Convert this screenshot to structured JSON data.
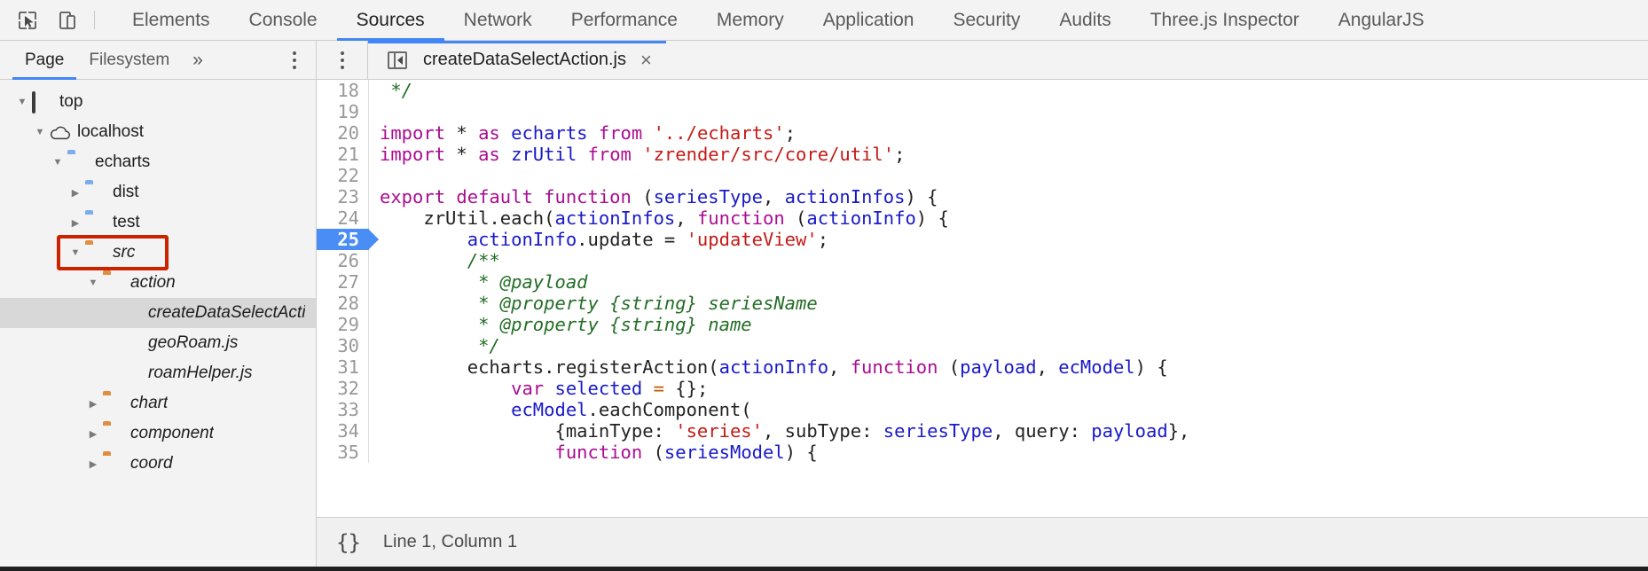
{
  "toolbar": {
    "inspect_icon": "inspect-cursor-icon",
    "device_icon": "device-toolbar-icon",
    "tabs": [
      {
        "label": "Elements",
        "active": false
      },
      {
        "label": "Console",
        "active": false
      },
      {
        "label": "Sources",
        "active": true
      },
      {
        "label": "Network",
        "active": false
      },
      {
        "label": "Performance",
        "active": false
      },
      {
        "label": "Memory",
        "active": false
      },
      {
        "label": "Application",
        "active": false
      },
      {
        "label": "Security",
        "active": false
      },
      {
        "label": "Audits",
        "active": false
      },
      {
        "label": "Three.js Inspector",
        "active": false
      },
      {
        "label": "AngularJS",
        "active": false
      }
    ]
  },
  "navigator": {
    "subtabs": [
      {
        "label": "Page",
        "active": true
      },
      {
        "label": "Filesystem",
        "active": false
      }
    ],
    "more_label": "»",
    "tree": [
      {
        "label": "top",
        "indent": 0,
        "twisty": "down",
        "icon": "frame",
        "italic": false,
        "selected": false
      },
      {
        "label": "localhost",
        "indent": 1,
        "twisty": "down",
        "icon": "cloud",
        "italic": false,
        "selected": false
      },
      {
        "label": "echarts",
        "indent": 2,
        "twisty": "down",
        "icon": "folder-blue",
        "italic": false,
        "selected": false
      },
      {
        "label": "dist",
        "indent": 3,
        "twisty": "right",
        "icon": "folder-blue",
        "italic": false,
        "selected": false
      },
      {
        "label": "test",
        "indent": 3,
        "twisty": "right",
        "icon": "folder-blue",
        "italic": false,
        "selected": false
      },
      {
        "label": "src",
        "indent": 3,
        "twisty": "down",
        "icon": "folder-orange",
        "italic": true,
        "selected": false
      },
      {
        "label": "action",
        "indent": 4,
        "twisty": "down",
        "icon": "folder-orange",
        "italic": true,
        "selected": false
      },
      {
        "label": "createDataSelectActi",
        "indent": 5,
        "twisty": "none",
        "icon": "file",
        "italic": true,
        "selected": true
      },
      {
        "label": "geoRoam.js",
        "indent": 5,
        "twisty": "none",
        "icon": "file",
        "italic": true,
        "selected": false
      },
      {
        "label": "roamHelper.js",
        "indent": 5,
        "twisty": "none",
        "icon": "file",
        "italic": true,
        "selected": false
      },
      {
        "label": "chart",
        "indent": 4,
        "twisty": "right",
        "icon": "folder-orange",
        "italic": true,
        "selected": false
      },
      {
        "label": "component",
        "indent": 4,
        "twisty": "right",
        "icon": "folder-orange",
        "italic": true,
        "selected": false
      },
      {
        "label": "coord",
        "indent": 4,
        "twisty": "right",
        "icon": "folder-orange",
        "italic": true,
        "selected": false
      }
    ],
    "annotation": {
      "target": "src",
      "color": "#cc2200"
    }
  },
  "editor": {
    "collapse_icon": "collapse-sidebar-icon",
    "file_tab": {
      "label": "createDataSelectAction.js",
      "close_label": "×",
      "active": true
    },
    "execution_line": 25,
    "lines": [
      {
        "num": 18,
        "tokens": [
          {
            "t": "cmt",
            "s": " */"
          }
        ]
      },
      {
        "num": 19,
        "tokens": [
          {
            "t": "pln",
            "s": ""
          }
        ]
      },
      {
        "num": 20,
        "tokens": [
          {
            "t": "kw",
            "s": "import"
          },
          {
            "t": "pln",
            "s": " * "
          },
          {
            "t": "kw",
            "s": "as"
          },
          {
            "t": "pln",
            "s": " "
          },
          {
            "t": "id",
            "s": "echarts"
          },
          {
            "t": "pln",
            "s": " "
          },
          {
            "t": "kw",
            "s": "from"
          },
          {
            "t": "pln",
            "s": " "
          },
          {
            "t": "str",
            "s": "'../echarts'"
          },
          {
            "t": "pln",
            "s": ";"
          }
        ]
      },
      {
        "num": 21,
        "tokens": [
          {
            "t": "kw",
            "s": "import"
          },
          {
            "t": "pln",
            "s": " * "
          },
          {
            "t": "kw",
            "s": "as"
          },
          {
            "t": "pln",
            "s": " "
          },
          {
            "t": "id",
            "s": "zrUtil"
          },
          {
            "t": "pln",
            "s": " "
          },
          {
            "t": "kw",
            "s": "from"
          },
          {
            "t": "pln",
            "s": " "
          },
          {
            "t": "str",
            "s": "'zrender/src/core/util'"
          },
          {
            "t": "pln",
            "s": ";"
          }
        ]
      },
      {
        "num": 22,
        "tokens": [
          {
            "t": "pln",
            "s": ""
          }
        ]
      },
      {
        "num": 23,
        "tokens": [
          {
            "t": "kw",
            "s": "export default function"
          },
          {
            "t": "pln",
            "s": " ("
          },
          {
            "t": "id",
            "s": "seriesType"
          },
          {
            "t": "pln",
            "s": ", "
          },
          {
            "t": "id",
            "s": "actionInfos"
          },
          {
            "t": "pln",
            "s": ") {"
          }
        ]
      },
      {
        "num": 24,
        "tokens": [
          {
            "t": "pln",
            "s": "    zrUtil.each("
          },
          {
            "t": "id",
            "s": "actionInfos"
          },
          {
            "t": "pln",
            "s": ", "
          },
          {
            "t": "kw",
            "s": "function"
          },
          {
            "t": "pln",
            "s": " ("
          },
          {
            "t": "id",
            "s": "actionInfo"
          },
          {
            "t": "pln",
            "s": ") {"
          }
        ]
      },
      {
        "num": 25,
        "tokens": [
          {
            "t": "pln",
            "s": "        "
          },
          {
            "t": "id",
            "s": "actionInfo"
          },
          {
            "t": "pln",
            "s": ".update = "
          },
          {
            "t": "str",
            "s": "'updateView'"
          },
          {
            "t": "pln",
            "s": ";"
          }
        ]
      },
      {
        "num": 26,
        "tokens": [
          {
            "t": "pln",
            "s": "        "
          },
          {
            "t": "cmt",
            "s": "/**"
          }
        ]
      },
      {
        "num": 27,
        "tokens": [
          {
            "t": "pln",
            "s": "         "
          },
          {
            "t": "cmt",
            "s": "* @payload"
          }
        ]
      },
      {
        "num": 28,
        "tokens": [
          {
            "t": "pln",
            "s": "         "
          },
          {
            "t": "cmt",
            "s": "* @property {string} seriesName"
          }
        ]
      },
      {
        "num": 29,
        "tokens": [
          {
            "t": "pln",
            "s": "         "
          },
          {
            "t": "cmt",
            "s": "* @property {string} name"
          }
        ]
      },
      {
        "num": 30,
        "tokens": [
          {
            "t": "pln",
            "s": "         "
          },
          {
            "t": "cmt",
            "s": "*/"
          }
        ]
      },
      {
        "num": 31,
        "tokens": [
          {
            "t": "pln",
            "s": "        echarts.registerAction("
          },
          {
            "t": "id",
            "s": "actionInfo"
          },
          {
            "t": "pln",
            "s": ", "
          },
          {
            "t": "kw",
            "s": "function"
          },
          {
            "t": "pln",
            "s": " ("
          },
          {
            "t": "id",
            "s": "payload"
          },
          {
            "t": "pln",
            "s": ", "
          },
          {
            "t": "id",
            "s": "ecModel"
          },
          {
            "t": "pln",
            "s": ") {"
          }
        ]
      },
      {
        "num": 32,
        "tokens": [
          {
            "t": "pln",
            "s": "            "
          },
          {
            "t": "kw",
            "s": "var"
          },
          {
            "t": "pln",
            "s": " "
          },
          {
            "t": "id",
            "s": "selected"
          },
          {
            "t": "pln",
            "s": " "
          },
          {
            "t": "op",
            "s": "="
          },
          {
            "t": "pln",
            "s": " {};"
          }
        ]
      },
      {
        "num": 33,
        "tokens": [
          {
            "t": "pln",
            "s": "            "
          },
          {
            "t": "id",
            "s": "ecModel"
          },
          {
            "t": "pln",
            "s": ".eachComponent("
          }
        ]
      },
      {
        "num": 34,
        "tokens": [
          {
            "t": "pln",
            "s": "                {mainType: "
          },
          {
            "t": "str",
            "s": "'series'"
          },
          {
            "t": "pln",
            "s": ", subType: "
          },
          {
            "t": "id",
            "s": "seriesType"
          },
          {
            "t": "pln",
            "s": ", query: "
          },
          {
            "t": "id",
            "s": "payload"
          },
          {
            "t": "pln",
            "s": "},"
          }
        ]
      },
      {
        "num": 35,
        "tokens": [
          {
            "t": "pln",
            "s": "                "
          },
          {
            "t": "kw",
            "s": "function"
          },
          {
            "t": "pln",
            "s": " ("
          },
          {
            "t": "id",
            "s": "seriesModel"
          },
          {
            "t": "pln",
            "s": ") {"
          }
        ]
      }
    ]
  },
  "statusbar": {
    "pretty_print_label": "{}",
    "cursor_position": "Line 1, Column 1"
  },
  "colors": {
    "accent": "#4285f4",
    "annotation": "#cc2200",
    "keyword": "#aa0d91",
    "identifier": "#1919c8",
    "string": "#c41a16",
    "comment": "#236e25",
    "folder_blue": "#7cacec",
    "folder_orange": "#e08e42",
    "file_yellow": "#e2ce5b"
  }
}
